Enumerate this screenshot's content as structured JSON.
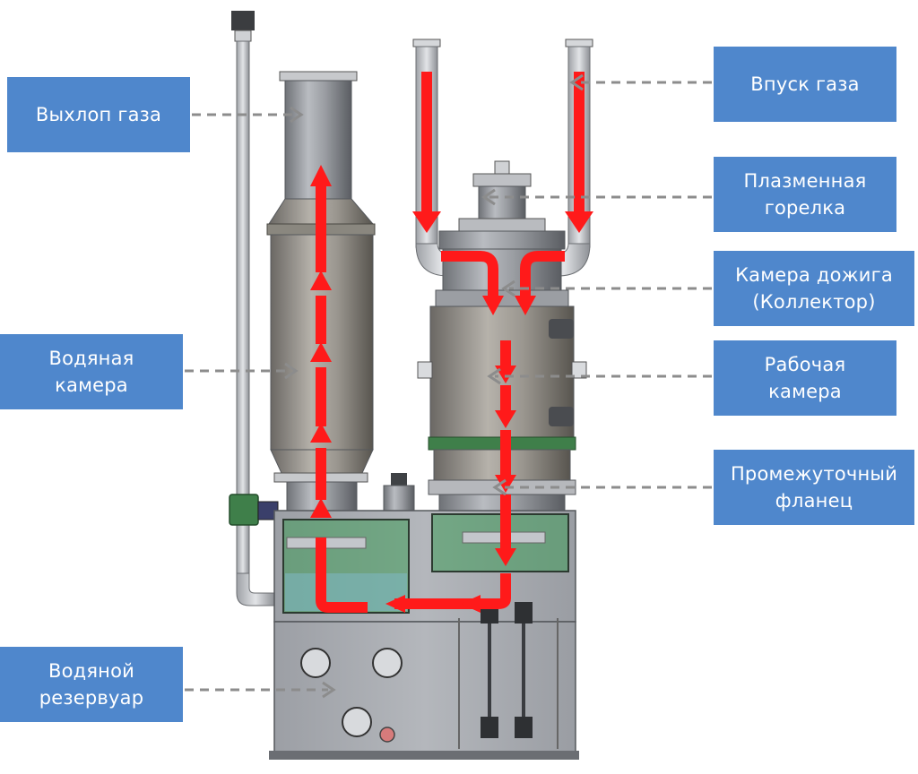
{
  "labels": {
    "exhaust": "Выхлоп газа",
    "water_chamber": "Водяная\nкамера",
    "water_tank": "Водяной\nрезервуар",
    "gas_inlet": "Впуск газа",
    "plasma_torch": "Плазменная\nгорелка",
    "afterburner": "Камера дожига\n(Коллектор)",
    "work_chamber": "Рабочая\nкамера",
    "flange": "Промежуточный\nфланец"
  },
  "colors": {
    "label_bg": "#4f87cc",
    "label_text": "#ffffff",
    "flow_arrow": "#ff1a1a",
    "leader_line": "#8c8c8c",
    "metal": "#8a8d92",
    "metal_dark": "#5f6166",
    "glass_green": "#3f9a5a",
    "tank": "#a7aab0"
  }
}
